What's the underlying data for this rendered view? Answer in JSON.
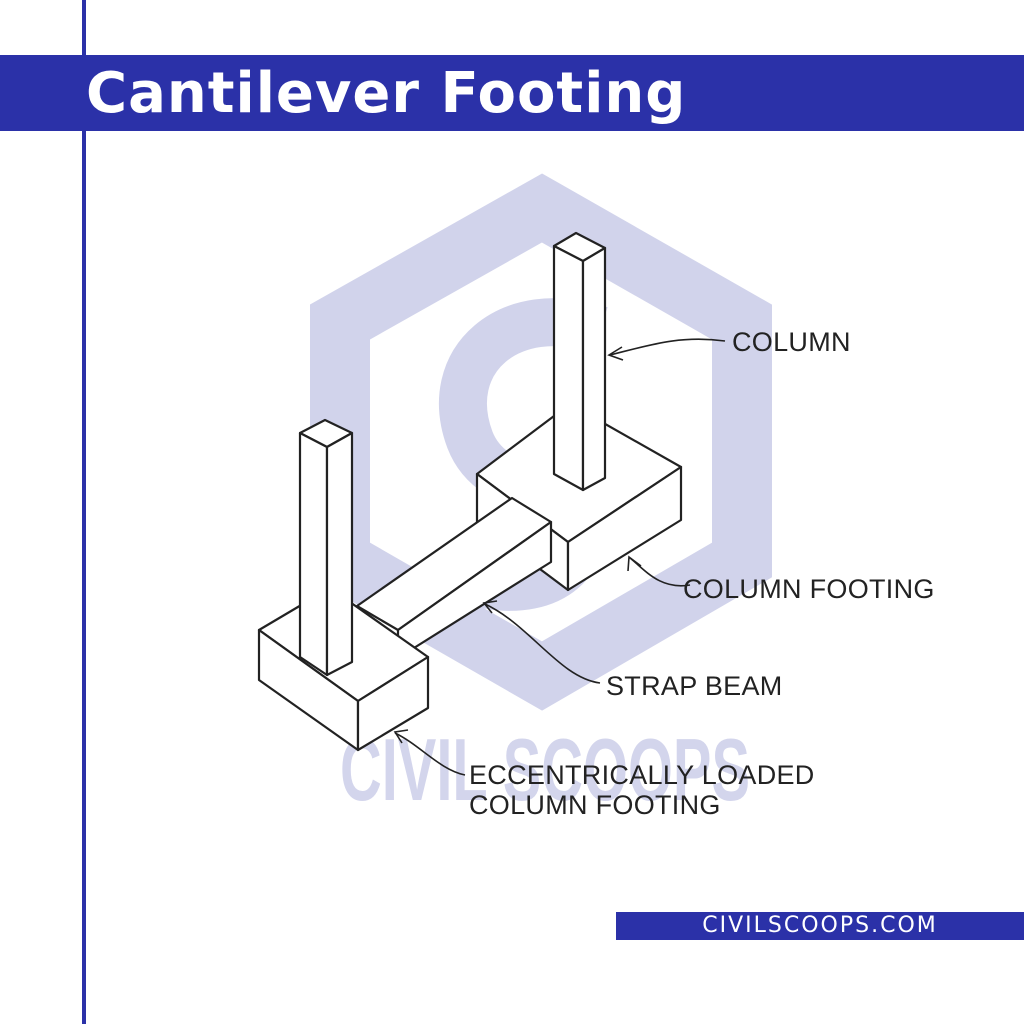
{
  "title": "Cantilever Footing",
  "labels": {
    "column": "COLUMN",
    "column_footing": "COLUMN FOOTING",
    "strap_beam": "STRAP BEAM",
    "eccentric_line1": "ECCENTRICALLY LOADED",
    "eccentric_line2": "COLUMN FOOTING"
  },
  "watermark": "CIVIL SCOOPS",
  "footer": "CIVILSCOOPS.COM",
  "colors": {
    "brand": "#2b31a8",
    "watermark": "#c9cbe8",
    "line": "#222222"
  }
}
